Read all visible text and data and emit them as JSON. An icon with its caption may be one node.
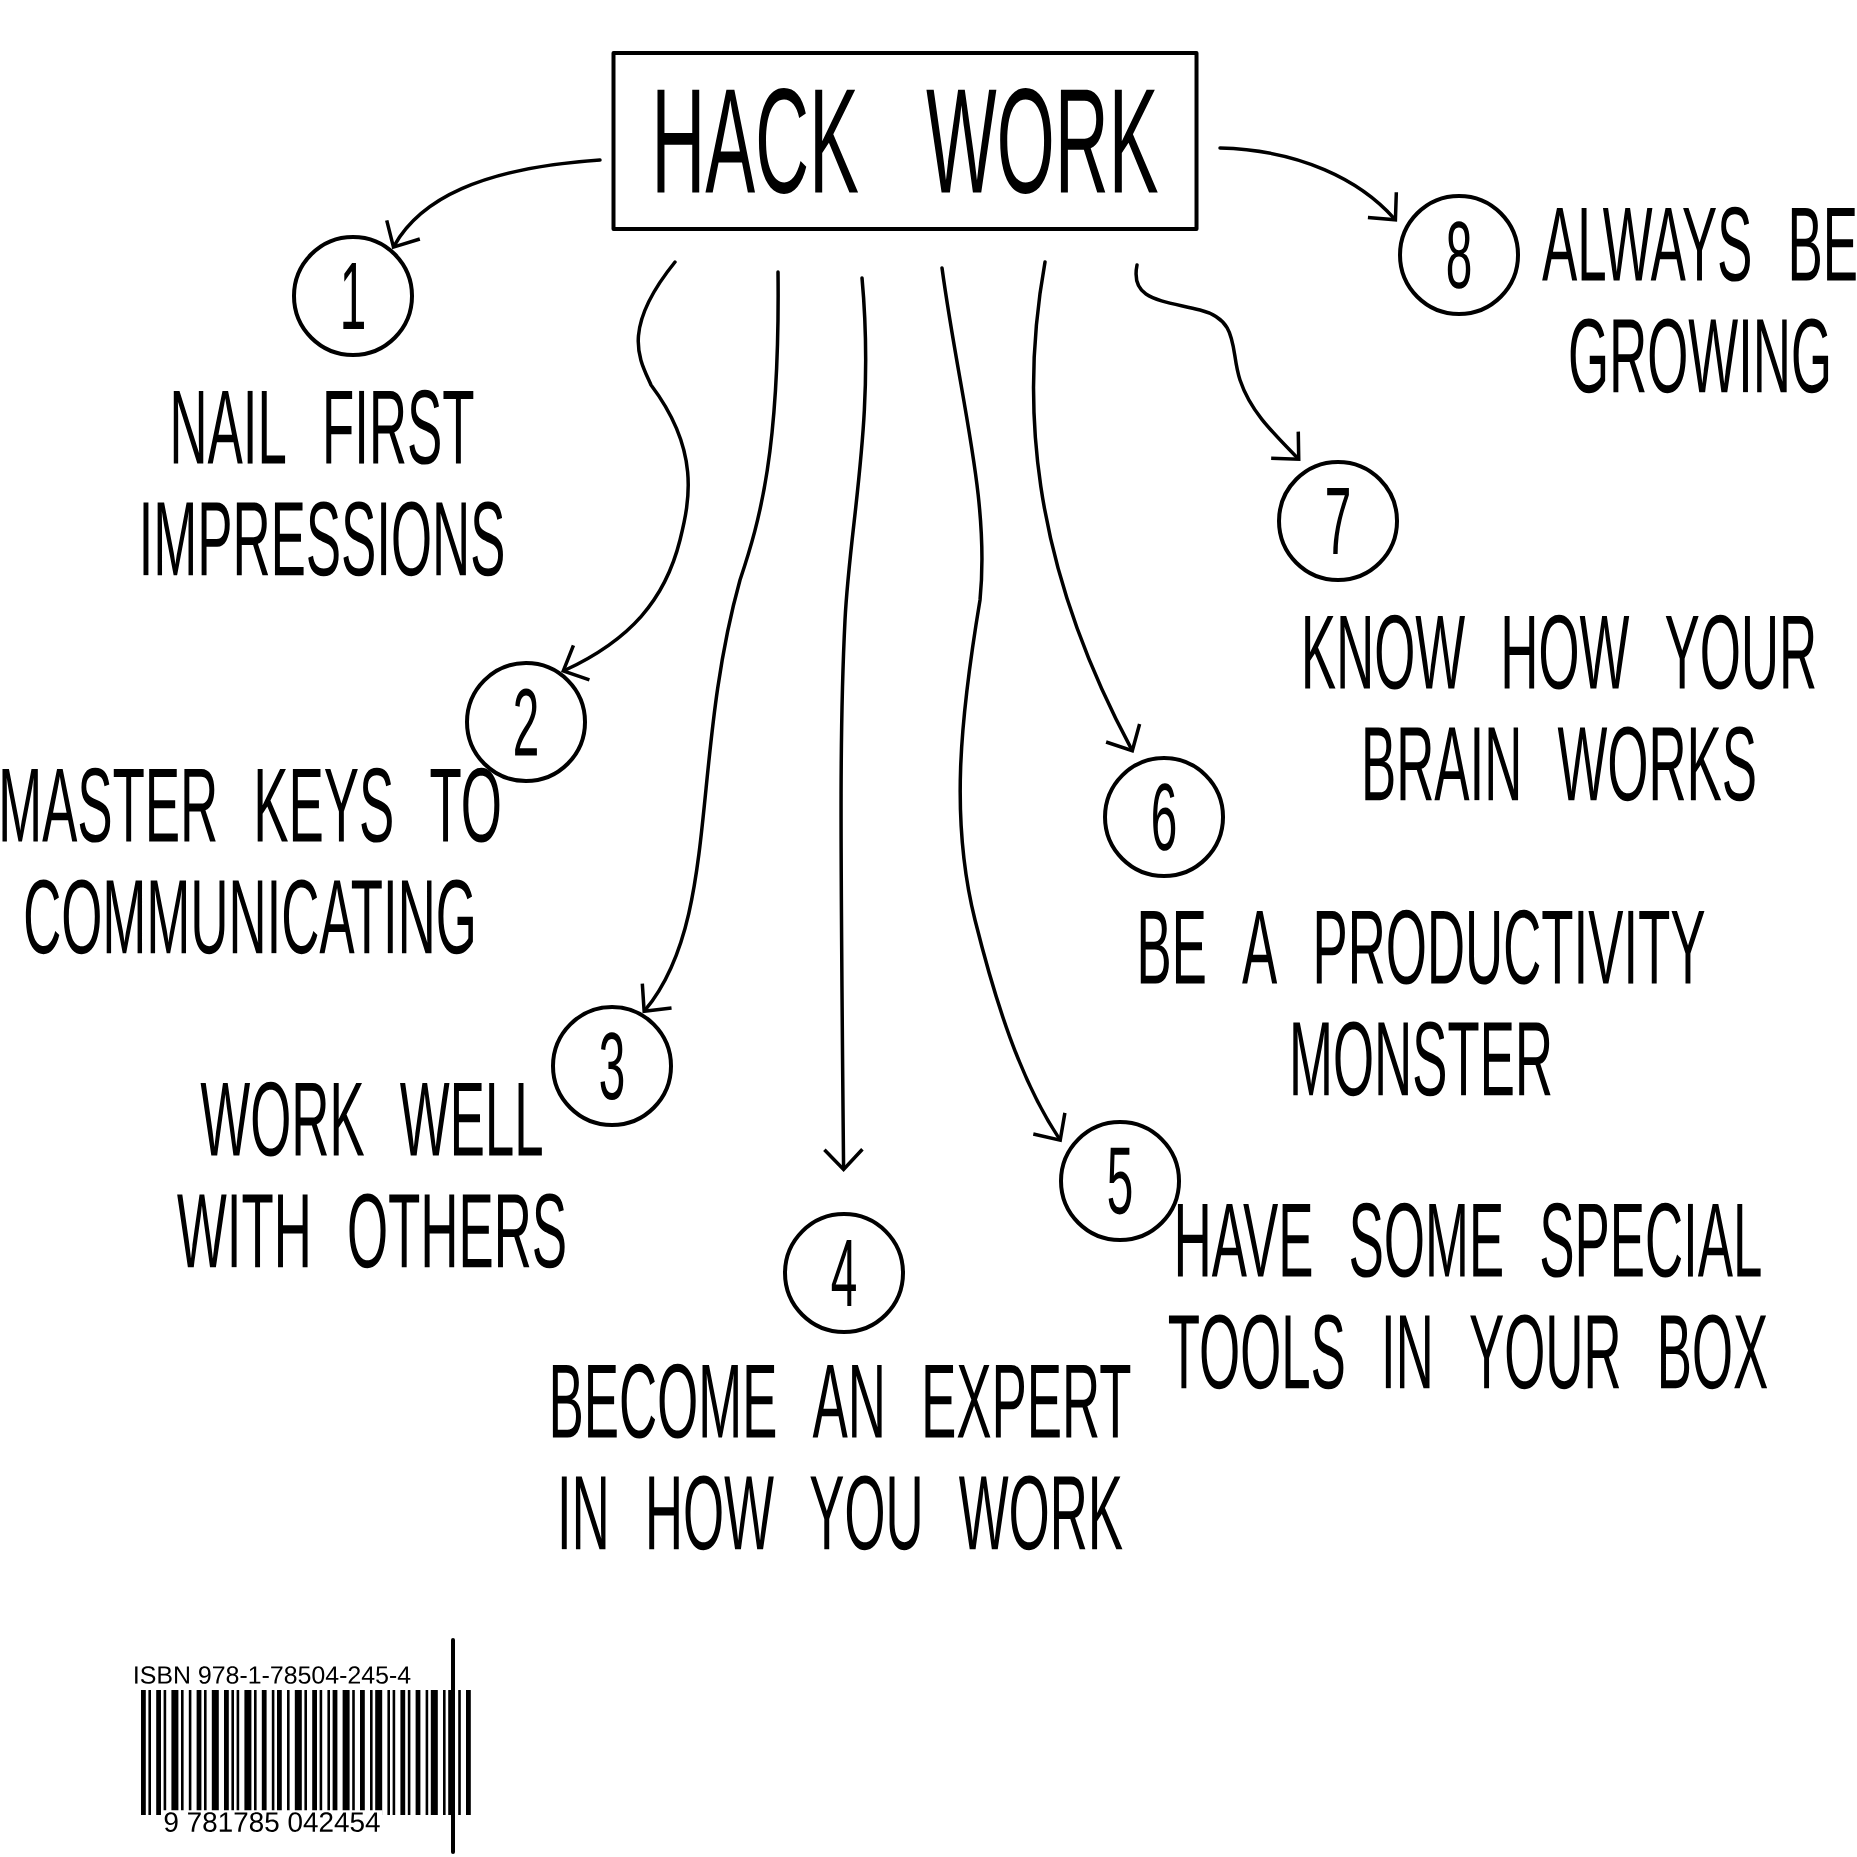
{
  "diagram": {
    "nodes": [
      {
        "text": [
          "HACK WORK"
        ]
      },
      {
        "text": [
          "1"
        ],
        "beside": [
          "NAIL FIRST IMPRESSIONS"
        ]
      },
      {
        "text": [
          "2"
        ],
        "beside": [
          "MASTER KEYS TO COMMUNICATING"
        ]
      },
      {
        "text": [
          "3"
        ],
        "beside": [
          "WORK WELL WITH OTHERS"
        ]
      },
      {
        "text": [
          "4"
        ],
        "beside": [
          "BECOME AN EXPERT IN HOW YOU WORK"
        ]
      },
      {
        "text": [
          "5"
        ],
        "beside": [
          "HAVE SOME SPECIAL TOOLS IN YOUR BOX"
        ]
      },
      {
        "text": [
          "6"
        ],
        "beside": [
          "BE A PRODUCTIVITY MONSTER"
        ]
      },
      {
        "text": [
          "7"
        ],
        "beside": [
          "KNOW HOW YOUR BRAIN WORKS"
        ]
      },
      {
        "text": [
          "8"
        ],
        "beside": [
          "ALWAYS BE GROWING"
        ]
      }
    ],
    "edges": [
      {
        "from": 0,
        "to": 1,
        "arrow": "to"
      },
      {
        "from": 0,
        "to": 2,
        "arrow": "to"
      },
      {
        "from": 0,
        "to": 3,
        "arrow": "to"
      },
      {
        "from": 0,
        "to": 4,
        "arrow": "to"
      },
      {
        "from": 0,
        "to": 5,
        "arrow": "to"
      },
      {
        "from": 0,
        "to": 6,
        "arrow": "to"
      },
      {
        "from": 0,
        "to": 7,
        "arrow": "to"
      },
      {
        "from": 0,
        "to": 8,
        "arrow": "to"
      }
    ],
    "labels": [
      "ISBN 978-1-78504-245-4",
      "9 781785 042454"
    ]
  }
}
